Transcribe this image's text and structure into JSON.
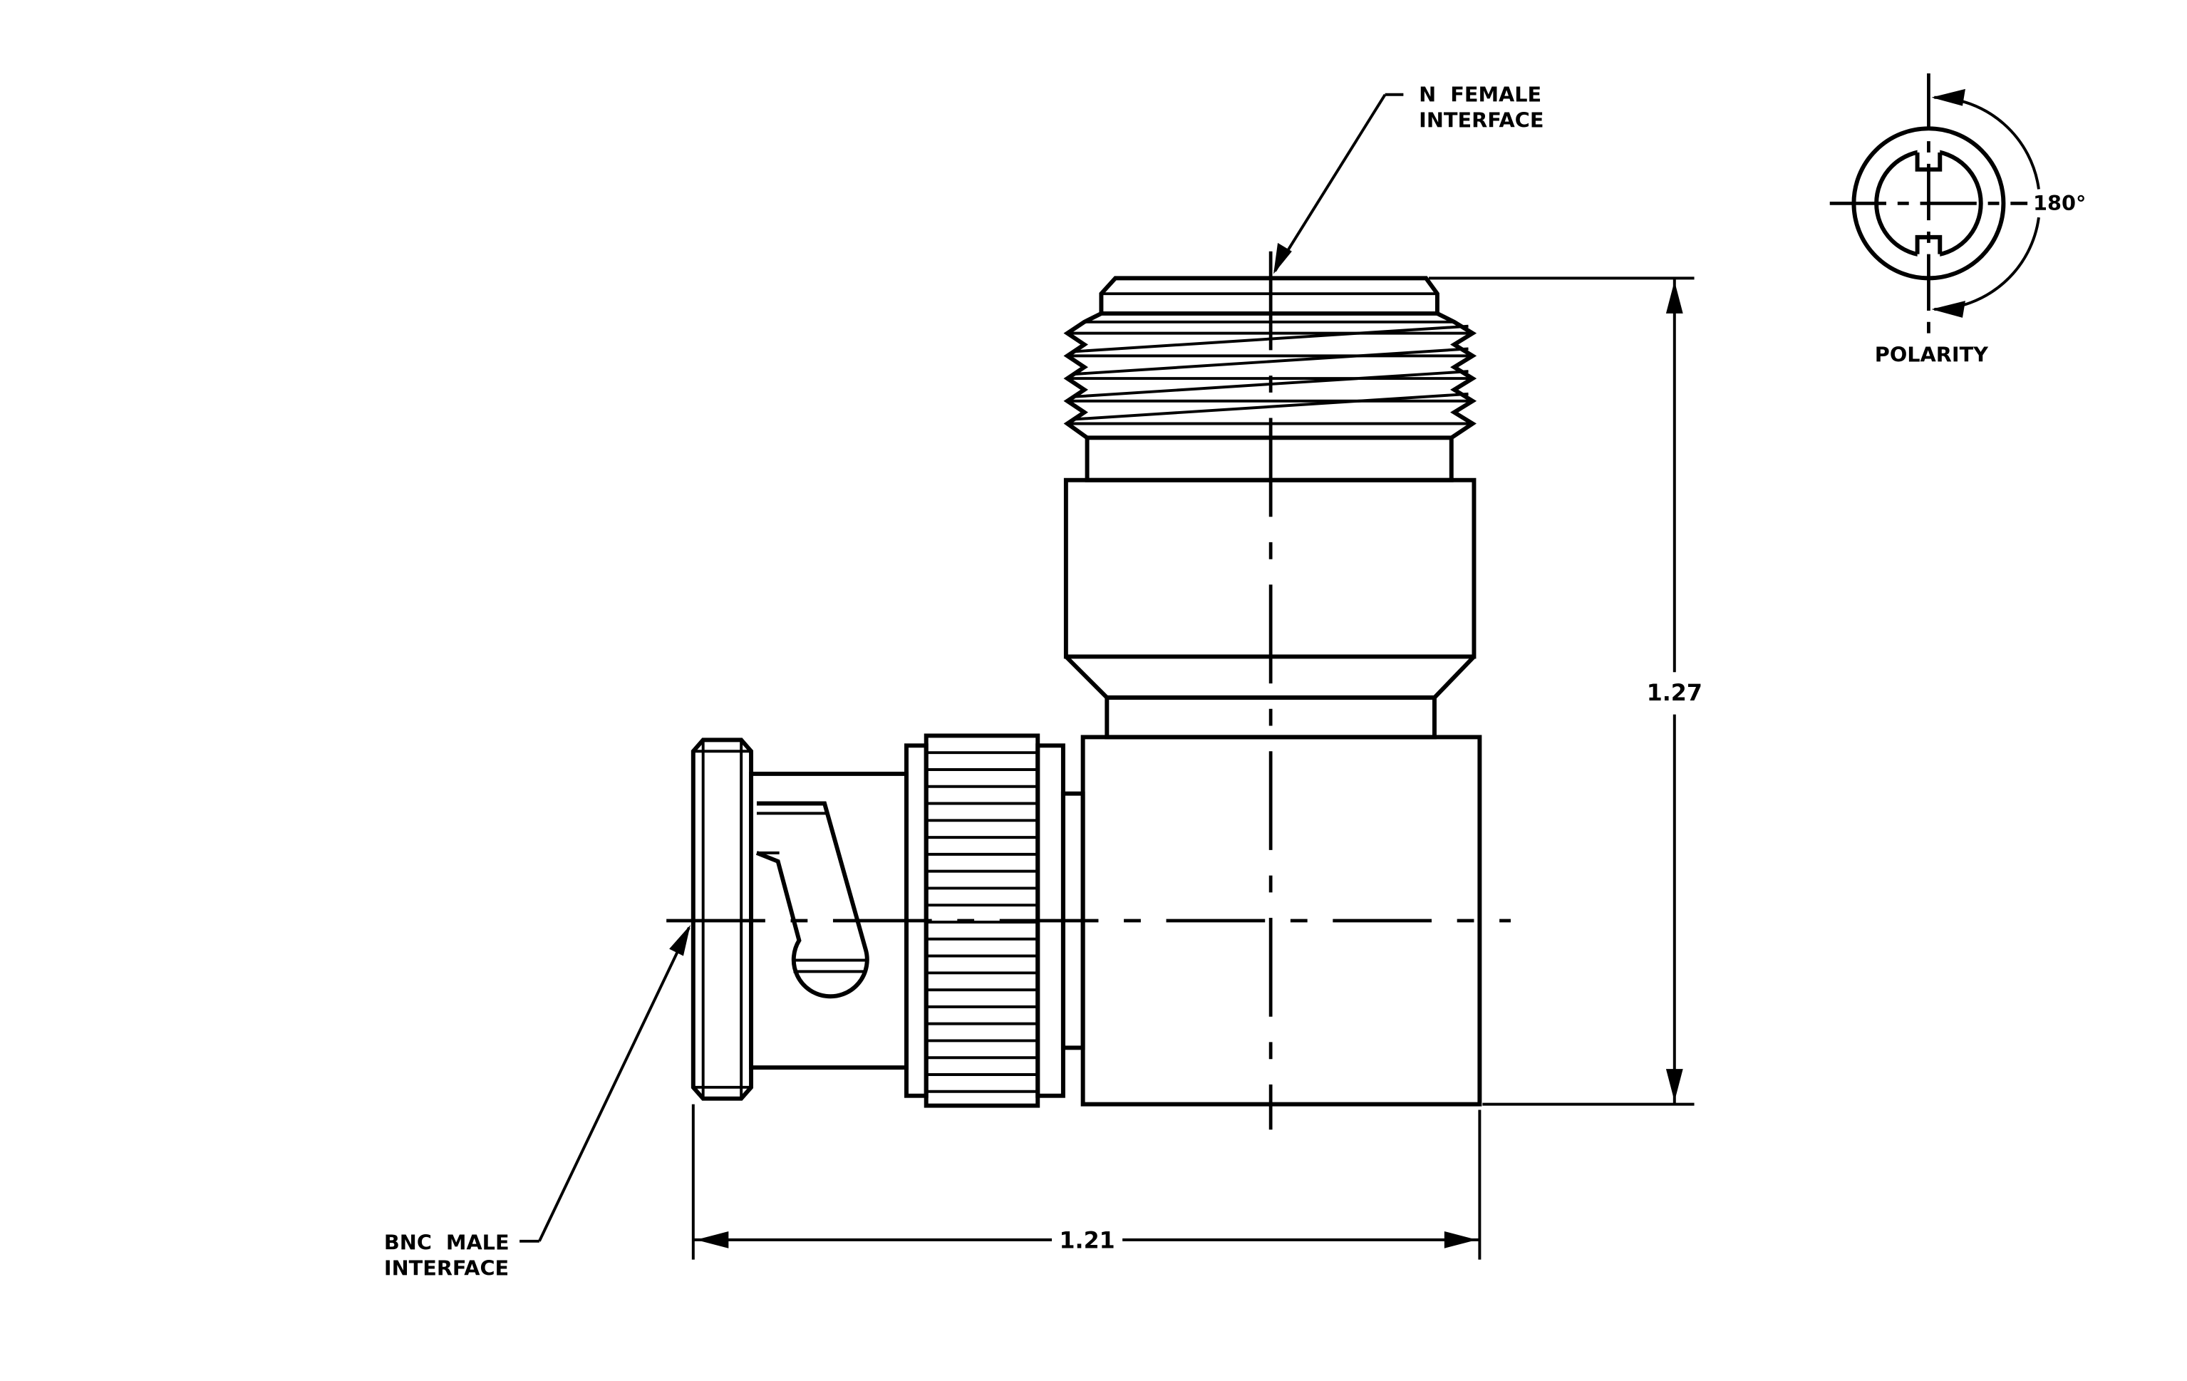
{
  "drawing": {
    "labels": {
      "n_female_line1": "N  FEMALE",
      "n_female_line2": "INTERFACE",
      "bnc_male_line1": "BNC  MALE",
      "bnc_male_line2": "INTERFACE",
      "polarity": "POLARITY",
      "angle": "180°"
    },
    "dimensions": {
      "height": "1.27",
      "width": "1.21"
    }
  }
}
